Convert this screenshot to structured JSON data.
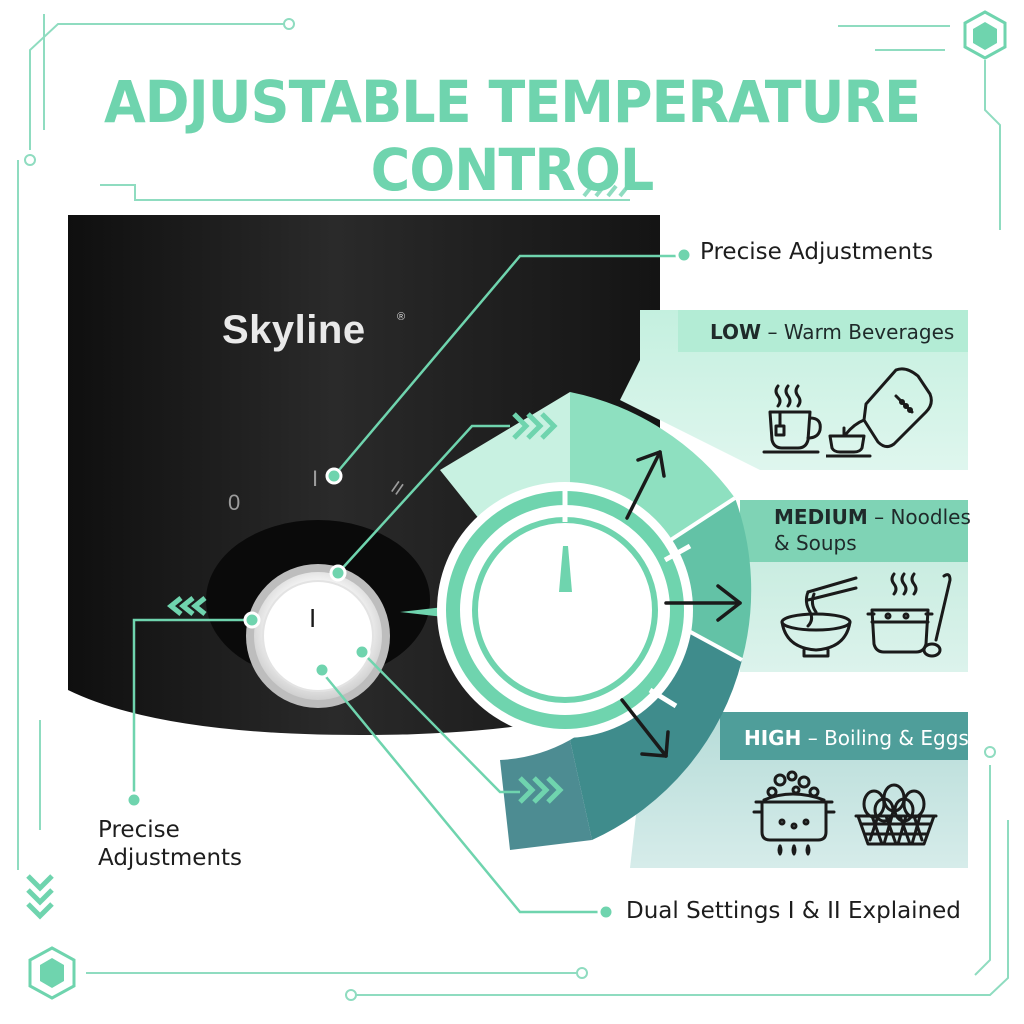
{
  "title": "ADJUSTABLE TEMPERATURE CONTROL",
  "brand": {
    "name": "Skyline",
    "registered": "®"
  },
  "dial_marks": {
    "off": "0",
    "setting_1": "I",
    "setting_2": "II"
  },
  "knob_mark": "I",
  "callouts": {
    "top": "Precise Adjustments",
    "left_line1": "Precise",
    "left_line2": "Adjustments",
    "bottom": "Dual Settings I & II Explained"
  },
  "settings": [
    {
      "level": "LOW",
      "separator": " – ",
      "description": "Warm Beverages",
      "icons": [
        "tea-cup-icon",
        "kettle-icon"
      ]
    },
    {
      "level": "MEDIUM",
      "separator": " – ",
      "description_line1": "Noodles",
      "description_line2": "& Soups",
      "icons": [
        "noodle-bowl-icon",
        "soup-pot-icon"
      ]
    },
    {
      "level": "HIGH",
      "separator": " – ",
      "description": "Boiling & Eggs",
      "icons": [
        "boiling-pot-icon",
        "egg-basket-icon"
      ]
    }
  ],
  "colors": {
    "accent": "#6fd4ae",
    "accent_dark": "#4f9e9a",
    "teal_deep": "#3a7f86",
    "title": "#6fd4ae",
    "appliance_body": "#1c1c1c",
    "text": "#1d1d1d"
  }
}
